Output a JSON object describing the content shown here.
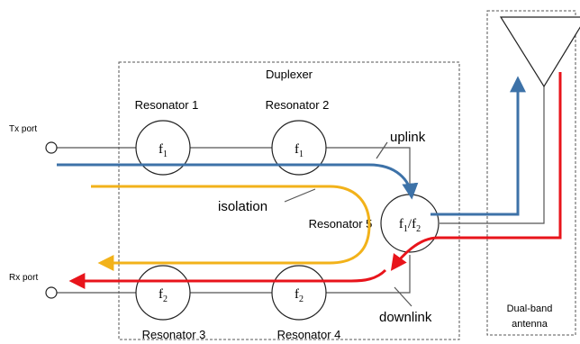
{
  "duplexer_label": "Duplexer",
  "tx_port_label": "Tx port",
  "rx_port_label": "Rx port",
  "antenna_label_line1": "Dual-band",
  "antenna_label_line2": "antenna",
  "uplink_label": "uplink",
  "downlink_label": "downlink",
  "isolation_label": "isolation",
  "resonators": [
    {
      "label": "Resonator 1",
      "freq": "f",
      "sub": "1"
    },
    {
      "label": "Resonator 2",
      "freq": "f",
      "sub": "1"
    },
    {
      "label": "Resonator 3",
      "freq": "f",
      "sub": "2"
    },
    {
      "label": "Resonator 4",
      "freq": "f",
      "sub": "2"
    },
    {
      "label": "Resonator 5",
      "freq": "f",
      "sub": "1",
      "freq2": "/f",
      "sub2": "2"
    }
  ],
  "colors": {
    "uplink": "#3d72a8",
    "downlink": "#e8141b",
    "isolation": "#f2b21a"
  }
}
